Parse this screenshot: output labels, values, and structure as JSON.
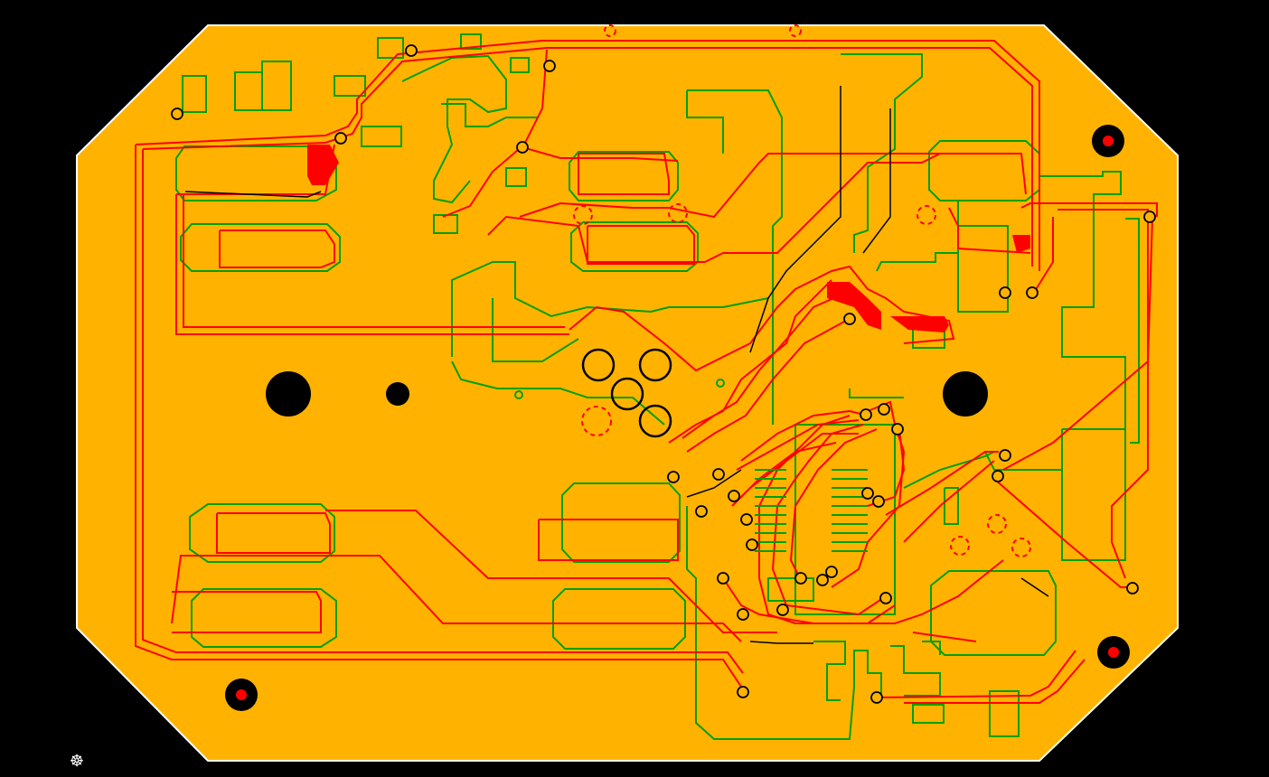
{
  "view": {
    "background": "#000000",
    "board_fill": "#FFB300",
    "layers": [
      {
        "name": "top-copper",
        "color": "#FF0000"
      },
      {
        "name": "bottom-copper",
        "color": "#00A000"
      },
      {
        "name": "outline",
        "color": "#FFFFFF"
      },
      {
        "name": "drill-holes",
        "color": "#000000"
      }
    ],
    "origin_marker_icon": "crosshair-wheel-icon",
    "origin_marker_glyph": "☸"
  }
}
